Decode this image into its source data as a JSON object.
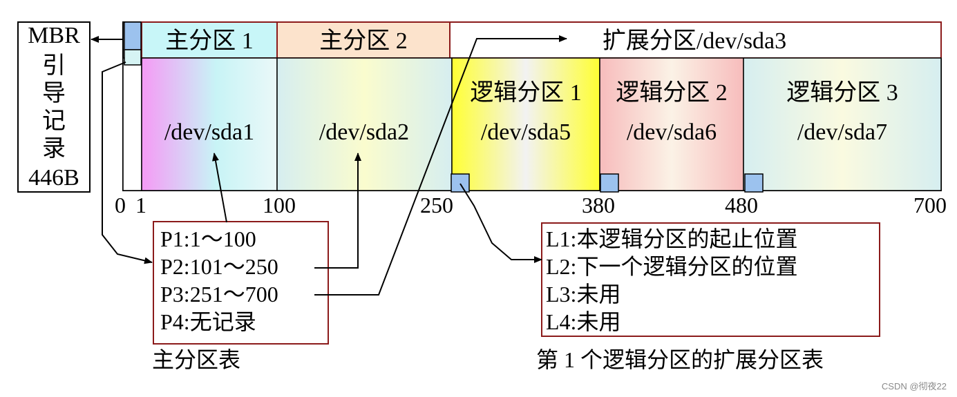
{
  "mbr": {
    "title": "MBR",
    "chars": [
      "引",
      "导",
      "记",
      "录"
    ],
    "size": "446B"
  },
  "top_labels": {
    "primary1": "主分区 1",
    "primary2": "主分区 2",
    "extended": "扩展分区/dev/sda3"
  },
  "partitions": {
    "sda1": "/dev/sda1",
    "sda2": "/dev/sda2",
    "logical1_title": "逻辑分区 1",
    "sda5": "/dev/sda5",
    "logical2_title": "逻辑分区 2",
    "sda6": "/dev/sda6",
    "logical3_title": "逻辑分区 3",
    "sda7": "/dev/sda7"
  },
  "ticks": {
    "t0": "0",
    "t1": "1",
    "t100": "100",
    "t250": "250",
    "t380": "380",
    "t480": "480",
    "t700": "700"
  },
  "primary_table": {
    "rows": [
      "P1:1～100",
      "P2:101～250",
      "P3:251～700",
      "P4:无记录"
    ],
    "caption": "主分区表"
  },
  "ext_table": {
    "rows": [
      "L1:本逻辑分区的起止位置",
      "L2:下一个逻辑分区的位置",
      "L3:未用",
      "L4:未用"
    ],
    "caption": "第 1 个逻辑分区的扩展分区表"
  },
  "watermark": "CSDN @彻夜22",
  "colors": {
    "border_dark_red": "#8b1a1a",
    "block_blue": "#9cc2ee"
  }
}
